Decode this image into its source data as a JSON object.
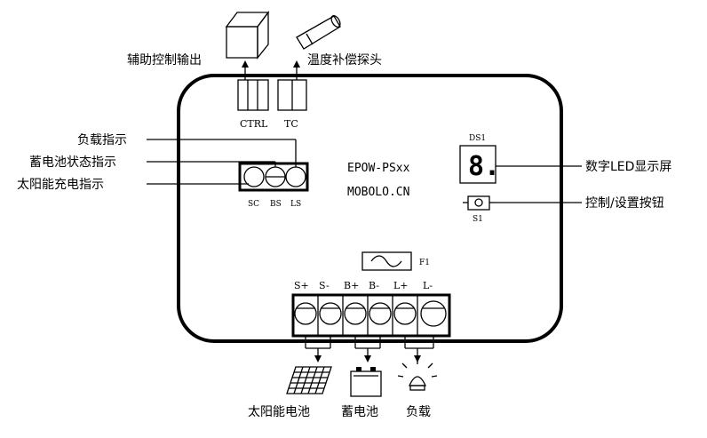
{
  "board": {
    "model": "EPOW-PSxx",
    "site": "MOBOLO.CN"
  },
  "top_connectors": {
    "ctrl_label": "CTRL",
    "tc_label": "TC",
    "aux_output_label": "辅助控制输出",
    "temp_probe_label": "温度补偿探头"
  },
  "indicators": {
    "load_label": "负载指示",
    "battery_label": "蓄电池状态指示",
    "solar_label": "太阳能充电指示",
    "sc": "SC",
    "bs": "BS",
    "ls": "LS"
  },
  "display": {
    "ds_label": "DS1",
    "digit": "8.",
    "callout": "数字LED显示屏"
  },
  "button": {
    "s_label": "S1",
    "callout": "控制/设置按钮"
  },
  "fuse": {
    "label": "F1"
  },
  "terminals": {
    "labels": [
      "S+",
      "S-",
      "B+",
      "B-",
      "L+",
      "L-"
    ]
  },
  "bottom_devices": {
    "solar": "太阳能电池",
    "battery": "蓄电池",
    "load": "负载"
  }
}
